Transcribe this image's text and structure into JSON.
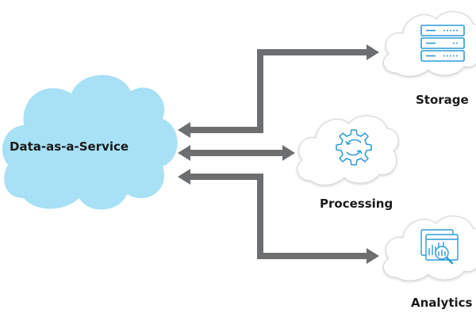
{
  "diagram": {
    "main_node": {
      "label": "Data-as-a-Service",
      "fill": "#a8e0f5"
    },
    "nodes": [
      {
        "id": "storage",
        "label": "Storage",
        "icon": "server-rack-icon"
      },
      {
        "id": "processing",
        "label": "Processing",
        "icon": "gear-sync-icon"
      },
      {
        "id": "analytics",
        "label": "Analytics",
        "icon": "chart-magnifier-icon"
      }
    ],
    "connections": [
      {
        "from": "storage",
        "to": "Data-as-a-Service",
        "direction": "bidirectional"
      },
      {
        "from": "processing",
        "to": "Data-as-a-Service",
        "direction": "bidirectional"
      },
      {
        "from": "analytics",
        "to": "Data-as-a-Service",
        "direction": "bidirectional"
      }
    ],
    "colors": {
      "arrow": "#6d6e70",
      "icon": "#2b9bd8",
      "cloud_outline": "#d4d4d4",
      "text": "#1a1a1a"
    }
  }
}
